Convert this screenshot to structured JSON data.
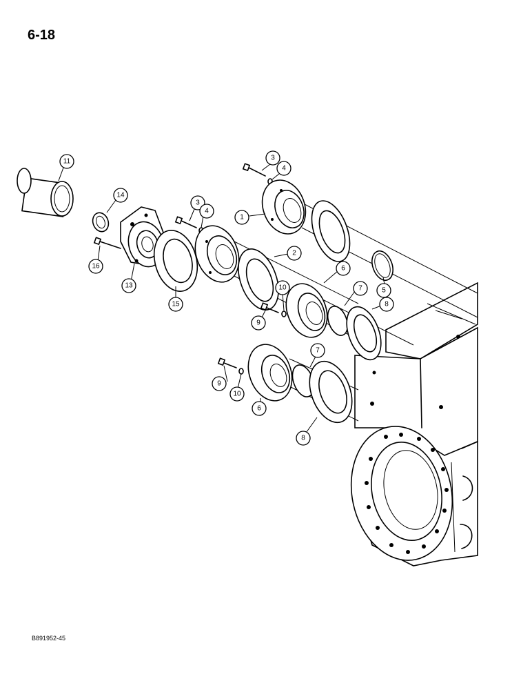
{
  "page_number": "6-18",
  "reference_code": "B891952-45",
  "callouts": [
    {
      "id": "c11",
      "label": "11"
    },
    {
      "id": "c14",
      "label": "14"
    },
    {
      "id": "c16",
      "label": "16"
    },
    {
      "id": "c13",
      "label": "13"
    },
    {
      "id": "c15",
      "label": "15"
    },
    {
      "id": "c3a",
      "label": "3"
    },
    {
      "id": "c4a",
      "label": "4"
    },
    {
      "id": "c3b",
      "label": "3"
    },
    {
      "id": "c4b",
      "label": "4"
    },
    {
      "id": "c1",
      "label": "1"
    },
    {
      "id": "c2",
      "label": "2"
    },
    {
      "id": "c5",
      "label": "5"
    },
    {
      "id": "c6a",
      "label": "6"
    },
    {
      "id": "c7a",
      "label": "7"
    },
    {
      "id": "c8a",
      "label": "8"
    },
    {
      "id": "c10a",
      "label": "10"
    },
    {
      "id": "c9a",
      "label": "9"
    },
    {
      "id": "c7b",
      "label": "7"
    },
    {
      "id": "c9b",
      "label": "9"
    },
    {
      "id": "c10b",
      "label": "10"
    },
    {
      "id": "c6b",
      "label": "6"
    },
    {
      "id": "c8b",
      "label": "8"
    }
  ]
}
